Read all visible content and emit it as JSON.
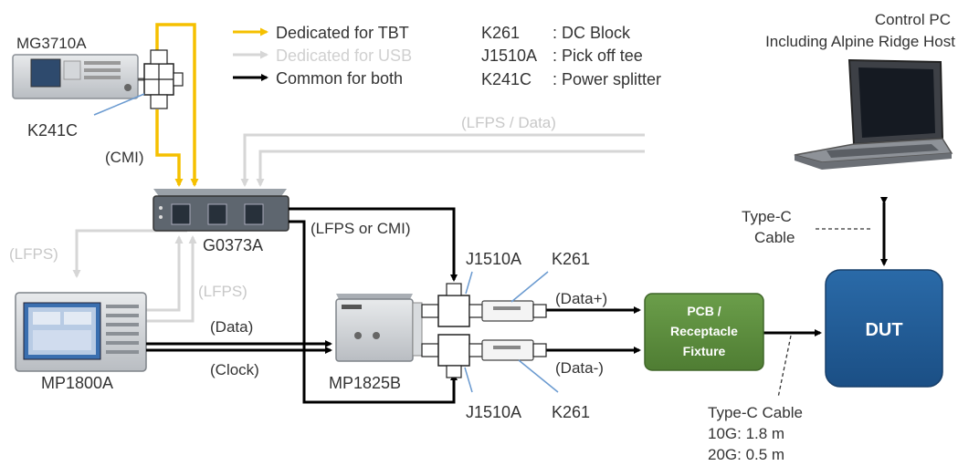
{
  "colors": {
    "tbt": "#f5c000",
    "usb": "#d6d6d6",
    "common": "#000000",
    "dut": "#1f5c98",
    "pcb": "#5a8a3c",
    "label": "#333333",
    "faded_label": "#c8c8c8"
  },
  "legend": {
    "tbt": "Dedicated for TBT",
    "usb": "Dedicated for USB",
    "common": "Common for both"
  },
  "glossary": [
    {
      "code": "K261",
      "desc": ": DC Block"
    },
    {
      "code": "J1510A",
      "desc": ": Pick off tee"
    },
    {
      "code": "K241C",
      "desc": ": Power splitter"
    }
  ],
  "pc": {
    "line1": "Control PC",
    "line2": "Including Alpine Ridge Host"
  },
  "devices": {
    "mg3710a": "MG3710A",
    "k241c": "K241C",
    "g0373a": "G0373A",
    "mp1800a": "MP1800A",
    "mp1825b": "MP1825B",
    "j1510a_top": "J1510A",
    "j1510a_bottom": "J1510A",
    "k261_top": "K261",
    "k261_bottom": "K261"
  },
  "signals": {
    "cmi": "(CMI)",
    "lfps_data": "(LFPS / Data)",
    "lfps_left": "(LFPS)",
    "lfps_mid": "(LFPS)",
    "lfps_or_cmi": "(LFPS or CMI)",
    "data": "(Data)",
    "clock": "(Clock)",
    "data_plus": "(Data+)",
    "data_minus": "(Data-)"
  },
  "pcb": {
    "line1": "PCB /",
    "line2": "Receptacle",
    "line3": "Fixture"
  },
  "dut": {
    "label": "DUT"
  },
  "type_c_top": {
    "line1": "Type-C",
    "line2": "Cable"
  },
  "type_c_bottom": {
    "line1": "Type-C Cable",
    "line2": "10G: 1.8 m",
    "line3": "20G: 0.5 m"
  }
}
